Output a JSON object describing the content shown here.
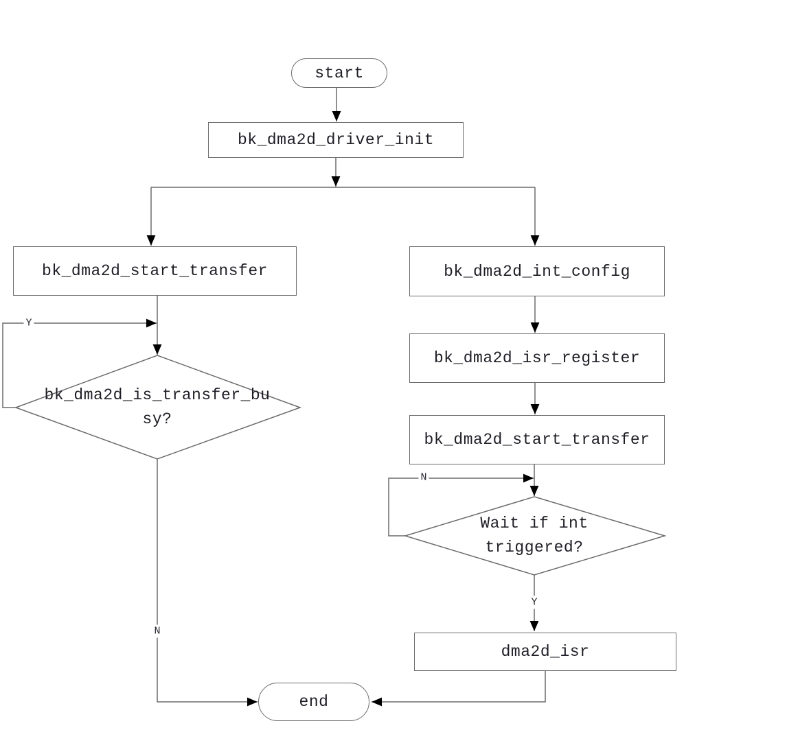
{
  "diagram": {
    "type": "flowchart",
    "background": "#ffffff",
    "line_color": "#6b6b6b",
    "arrow_color": "#000000",
    "text_color": "#1e1e26",
    "nodes": {
      "start": {
        "shape": "stadium",
        "label": "start"
      },
      "driver_init": {
        "shape": "rect",
        "label": "bk_dma2d_driver_init"
      },
      "start_transfer_left": {
        "shape": "rect",
        "label": "bk_dma2d_start_transfer"
      },
      "is_transfer_busy": {
        "shape": "diamond",
        "label": "bk_dma2d_is_transfer_busy?",
        "lines": [
          "bk_dma2d_is_transfer_bu",
          "sy?"
        ]
      },
      "int_config": {
        "shape": "rect",
        "label": "bk_dma2d_int_config"
      },
      "isr_register": {
        "shape": "rect",
        "label": "bk_dma2d_isr_register"
      },
      "start_transfer_right": {
        "shape": "rect",
        "label": "bk_dma2d_start_transfer"
      },
      "wait_int": {
        "shape": "diamond",
        "label": "Wait if int triggered?",
        "lines": [
          "Wait if int",
          "triggered?"
        ]
      },
      "dma2d_isr": {
        "shape": "rect",
        "label": "dma2d_isr"
      },
      "end": {
        "shape": "stadium",
        "label": "end"
      }
    },
    "edge_labels": {
      "busy_yes": "Y",
      "busy_no": "N",
      "wait_no": "N",
      "wait_yes": "Y"
    }
  }
}
